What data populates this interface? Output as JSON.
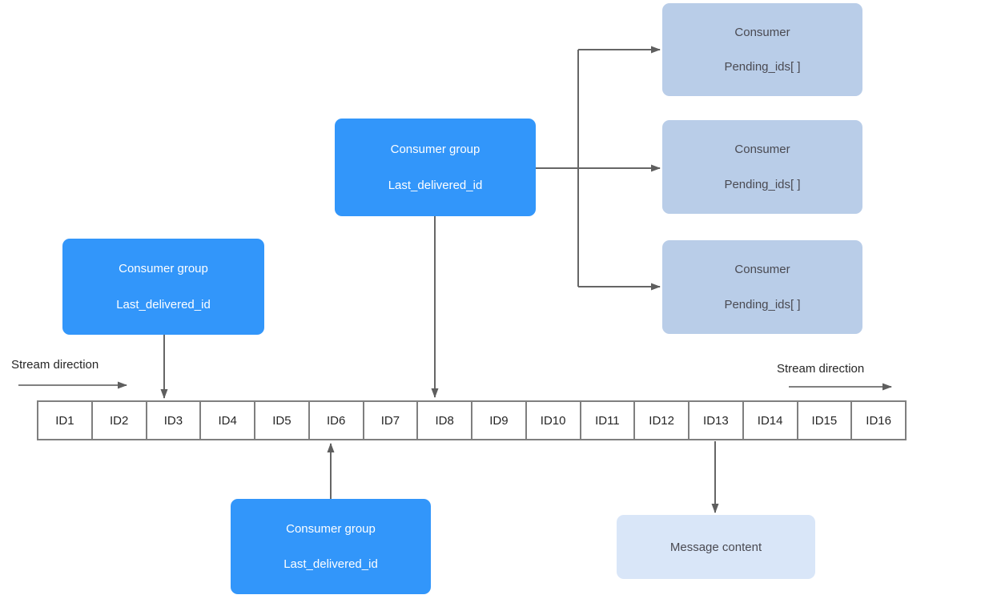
{
  "stream": {
    "direction_left": "Stream direction",
    "direction_right": "Stream direction",
    "cells": [
      "ID1",
      "ID2",
      "ID3",
      "ID4",
      "ID5",
      "ID6",
      "ID7",
      "ID8",
      "ID9",
      "ID10",
      "ID11",
      "ID12",
      "ID13",
      "ID14",
      "ID15",
      "ID16"
    ]
  },
  "consumer_groups": {
    "left": {
      "title": "Consumer group",
      "field": "Last_delivered_id"
    },
    "main": {
      "title": "Consumer group",
      "field": "Last_delivered_id"
    },
    "bottom": {
      "title": "Consumer group",
      "field": "Last_delivered_id"
    }
  },
  "consumers": [
    {
      "title": "Consumer",
      "field": "Pending_ids[ ]"
    },
    {
      "title": "Consumer",
      "field": "Pending_ids[ ]"
    },
    {
      "title": "Consumer",
      "field": "Pending_ids[ ]"
    }
  ],
  "message": {
    "label": "Message content"
  },
  "colors": {
    "group_fill": "#3296FA",
    "group_text": "#FDFEFF",
    "consumer_fill": "#B9CDE8",
    "message_fill": "#D9E6F8",
    "box_text_dark": "#4A4A52",
    "cell_border": "#7F7F7F",
    "cell_text": "#262626",
    "arrow": "#666666"
  }
}
